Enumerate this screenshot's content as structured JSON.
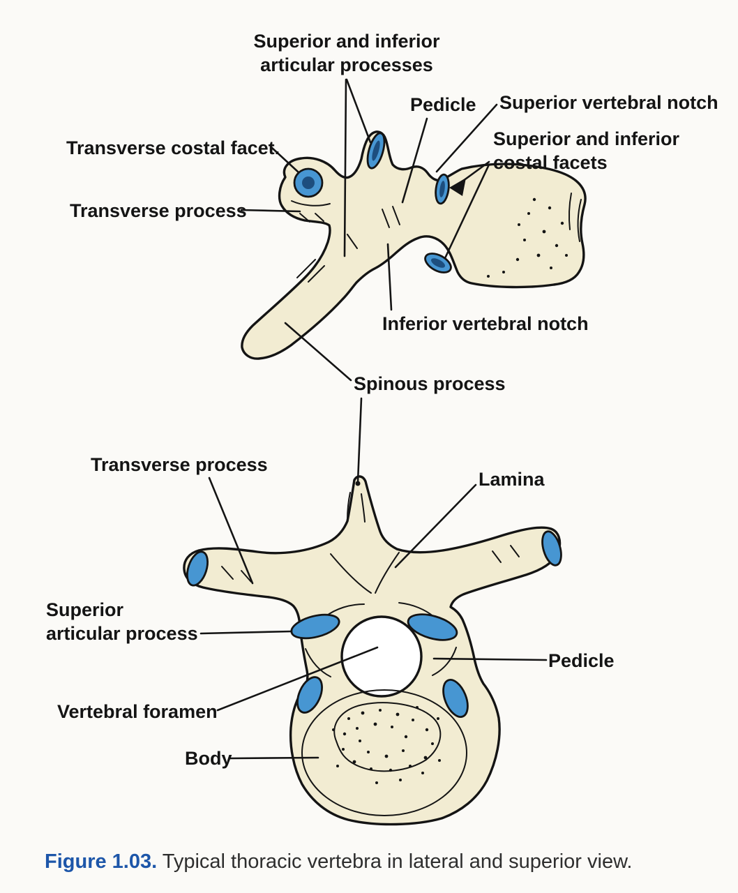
{
  "labels": {
    "lat_articular": "Superior and inferior\narticular processes",
    "lat_pedicle": "Pedicle",
    "lat_sup_notch": "Superior vertebral notch",
    "lat_trans_costal_facet": "Transverse costal facet.",
    "lat_costal_facets": "Superior and inferior\ncostal facets",
    "lat_trans_process": "Transverse process",
    "lat_inf_notch": "Inferior vertebral notch",
    "spinous": "Spinous process",
    "sup_trans_process": "Transverse process",
    "sup_lamina": "Lamina",
    "sup_articular": "Superior\narticular process",
    "sup_pedicle": "Pedicle",
    "sup_foramen": "Vertebral foramen",
    "sup_body": "Body"
  },
  "caption": {
    "label": "Figure 1.03.",
    "text": " Typical thoracic vertebra in lateral and superior view."
  },
  "colors": {
    "bone": "#f2ecd2",
    "facet_blue": "#4796d2",
    "facet_dark": "#1d4e7e",
    "outline": "#141414",
    "caption_blue": "#1d56a9"
  }
}
